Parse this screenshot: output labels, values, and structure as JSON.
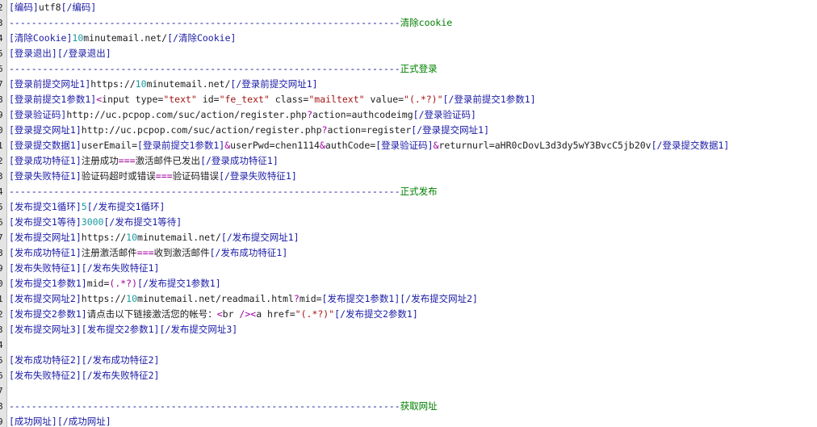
{
  "lines": [
    {
      "n": "2",
      "parts": [
        {
          "t": "[编码]",
          "c": "tag"
        },
        {
          "t": "utf8",
          "c": "txt"
        },
        {
          "t": "[/编码]",
          "c": "tag"
        }
      ]
    },
    {
      "n": "3",
      "parts": [
        {
          "t": "----------------------------------------------------------------------",
          "c": "sep"
        },
        {
          "t": "清除cookie",
          "c": "sec"
        }
      ]
    },
    {
      "n": "4",
      "parts": [
        {
          "t": "[清除Cookie]",
          "c": "tag"
        },
        {
          "t": "10",
          "c": "num"
        },
        {
          "t": "minutemail.net/",
          "c": "txt"
        },
        {
          "t": "[/清除Cookie]",
          "c": "tag"
        }
      ]
    },
    {
      "n": "5",
      "parts": [
        {
          "t": "[登录退出]",
          "c": "tag"
        },
        {
          "t": "[/登录退出]",
          "c": "tag"
        }
      ]
    },
    {
      "n": "6",
      "parts": [
        {
          "t": "----------------------------------------------------------------------",
          "c": "sep"
        },
        {
          "t": "正式登录",
          "c": "sec"
        }
      ]
    },
    {
      "n": "7",
      "parts": [
        {
          "t": "[登录前提交网址1]",
          "c": "tag"
        },
        {
          "t": "https://",
          "c": "txt"
        },
        {
          "t": "10",
          "c": "num"
        },
        {
          "t": "minutemail.net/",
          "c": "txt"
        },
        {
          "t": "[/登录前提交网址1]",
          "c": "tag"
        }
      ]
    },
    {
      "n": "8",
      "parts": [
        {
          "t": "[登录前提交1参数1]",
          "c": "tag"
        },
        {
          "t": "<",
          "c": "pun"
        },
        {
          "t": "input type=",
          "c": "txt"
        },
        {
          "t": "\"text\"",
          "c": "str"
        },
        {
          "t": " id=",
          "c": "txt"
        },
        {
          "t": "\"fe_text\"",
          "c": "str"
        },
        {
          "t": " class=",
          "c": "txt"
        },
        {
          "t": "\"mailtext\"",
          "c": "str"
        },
        {
          "t": " value=",
          "c": "txt"
        },
        {
          "t": "\"(.*?)\"",
          "c": "str"
        },
        {
          "t": "[/登录前提交1参数1]",
          "c": "tag"
        }
      ]
    },
    {
      "n": "9",
      "parts": [
        {
          "t": "[登录验证码]",
          "c": "tag"
        },
        {
          "t": "http://uc.pcpop.com/suc/action/register.php",
          "c": "txt"
        },
        {
          "t": "?",
          "c": "pun"
        },
        {
          "t": "action=authcodeimg",
          "c": "txt"
        },
        {
          "t": "[/登录验证码]",
          "c": "tag"
        }
      ]
    },
    {
      "n": "0",
      "parts": [
        {
          "t": "[登录提交网址1]",
          "c": "tag"
        },
        {
          "t": "http://uc.pcpop.com/suc/action/register.php",
          "c": "txt"
        },
        {
          "t": "?",
          "c": "pun"
        },
        {
          "t": "action=register",
          "c": "txt"
        },
        {
          "t": "[/登录提交网址1]",
          "c": "tag"
        }
      ]
    },
    {
      "n": "1",
      "parts": [
        {
          "t": "[登录提交数据1]",
          "c": "tag"
        },
        {
          "t": "userEmail=",
          "c": "txt"
        },
        {
          "t": "[登录前提交1参数1]",
          "c": "tag"
        },
        {
          "t": "&",
          "c": "pun"
        },
        {
          "t": "userPwd=chen1114",
          "c": "txt"
        },
        {
          "t": "&",
          "c": "pun"
        },
        {
          "t": "authCode=",
          "c": "txt"
        },
        {
          "t": "[登录验证码]",
          "c": "tag"
        },
        {
          "t": "&",
          "c": "pun"
        },
        {
          "t": "returnurl=aHR0cDovL3d3dy5wY3BvcC5jb20v",
          "c": "txt"
        },
        {
          "t": "[/登录提交数据1]",
          "c": "tag"
        }
      ]
    },
    {
      "n": "2",
      "parts": [
        {
          "t": "[登录成功特征1]",
          "c": "tag"
        },
        {
          "t": "注册成功",
          "c": "txt"
        },
        {
          "t": "===",
          "c": "pun"
        },
        {
          "t": "激活邮件已发出",
          "c": "txt"
        },
        {
          "t": "[/登录成功特征1]",
          "c": "tag"
        }
      ]
    },
    {
      "n": "3",
      "parts": [
        {
          "t": "[登录失败特征1]",
          "c": "tag"
        },
        {
          "t": "验证码超时或错误",
          "c": "txt"
        },
        {
          "t": "===",
          "c": "pun"
        },
        {
          "t": "验证码错误",
          "c": "txt"
        },
        {
          "t": "[/登录失败特征1]",
          "c": "tag"
        }
      ]
    },
    {
      "n": "4",
      "parts": [
        {
          "t": "----------------------------------------------------------------------",
          "c": "sep"
        },
        {
          "t": "正式发布",
          "c": "sec"
        }
      ]
    },
    {
      "n": "5",
      "parts": [
        {
          "t": "[发布提交1循环]",
          "c": "tag"
        },
        {
          "t": "5",
          "c": "num"
        },
        {
          "t": "[/发布提交1循环]",
          "c": "tag"
        }
      ]
    },
    {
      "n": "6",
      "parts": [
        {
          "t": "[发布提交1等待]",
          "c": "tag"
        },
        {
          "t": "3000",
          "c": "num"
        },
        {
          "t": "[/发布提交1等待]",
          "c": "tag"
        }
      ]
    },
    {
      "n": "7",
      "parts": [
        {
          "t": "[发布提交网址1]",
          "c": "tag"
        },
        {
          "t": "https://",
          "c": "txt"
        },
        {
          "t": "10",
          "c": "num"
        },
        {
          "t": "minutemail.net/",
          "c": "txt"
        },
        {
          "t": "[/发布提交网址1]",
          "c": "tag"
        }
      ]
    },
    {
      "n": "8",
      "parts": [
        {
          "t": "[发布成功特征1]",
          "c": "tag"
        },
        {
          "t": "注册激活邮件",
          "c": "txt"
        },
        {
          "t": "===",
          "c": "pun"
        },
        {
          "t": "收到激活邮件",
          "c": "txt"
        },
        {
          "t": "[/发布成功特征1]",
          "c": "tag"
        }
      ]
    },
    {
      "n": "9",
      "parts": [
        {
          "t": "[发布失败特征1]",
          "c": "tag"
        },
        {
          "t": "[/发布失败特征1]",
          "c": "tag"
        }
      ]
    },
    {
      "n": "0",
      "parts": [
        {
          "t": "[发布提交1参数1]",
          "c": "tag"
        },
        {
          "t": "mid=",
          "c": "txt"
        },
        {
          "t": "(.*?)",
          "c": "pun"
        },
        {
          "t": "[/发布提交1参数1]",
          "c": "tag"
        }
      ]
    },
    {
      "n": "1",
      "parts": [
        {
          "t": "[发布提交网址2]",
          "c": "tag"
        },
        {
          "t": "https://",
          "c": "txt"
        },
        {
          "t": "10",
          "c": "num"
        },
        {
          "t": "minutemail.net/readmail.html",
          "c": "txt"
        },
        {
          "t": "?",
          "c": "pun"
        },
        {
          "t": "mid=",
          "c": "txt"
        },
        {
          "t": "[发布提交1参数1]",
          "c": "tag"
        },
        {
          "t": "[/发布提交网址2]",
          "c": "tag"
        }
      ]
    },
    {
      "n": "2",
      "parts": [
        {
          "t": "[发布提交2参数1]",
          "c": "tag"
        },
        {
          "t": "请点击以下链接激活您的帐号：",
          "c": "txt"
        },
        {
          "t": "<",
          "c": "pun"
        },
        {
          "t": "br ",
          "c": "txt"
        },
        {
          "t": "/><",
          "c": "pun"
        },
        {
          "t": "a href=",
          "c": "txt"
        },
        {
          "t": "\"(.*?)\"",
          "c": "str"
        },
        {
          "t": "[/发布提交2参数1]",
          "c": "tag"
        }
      ]
    },
    {
      "n": "3",
      "parts": [
        {
          "t": "[发布提交网址3]",
          "c": "tag"
        },
        {
          "t": "[发布提交2参数1]",
          "c": "tag"
        },
        {
          "t": "[/发布提交网址3]",
          "c": "tag"
        }
      ]
    },
    {
      "n": "4",
      "parts": []
    },
    {
      "n": "5",
      "parts": [
        {
          "t": "[发布成功特征2]",
          "c": "tag"
        },
        {
          "t": "[/发布成功特征2]",
          "c": "tag"
        }
      ]
    },
    {
      "n": "6",
      "parts": [
        {
          "t": "[发布失败特征2]",
          "c": "tag"
        },
        {
          "t": "[/发布失败特征2]",
          "c": "tag"
        }
      ]
    },
    {
      "n": "7",
      "parts": []
    },
    {
      "n": "8",
      "parts": [
        {
          "t": "----------------------------------------------------------------------",
          "c": "sep"
        },
        {
          "t": "获取网址",
          "c": "sec"
        }
      ]
    },
    {
      "n": "9",
      "parts": [
        {
          "t": "[成功网址]",
          "c": "tag"
        },
        {
          "t": "[/成功网址]",
          "c": "tag"
        }
      ]
    }
  ]
}
